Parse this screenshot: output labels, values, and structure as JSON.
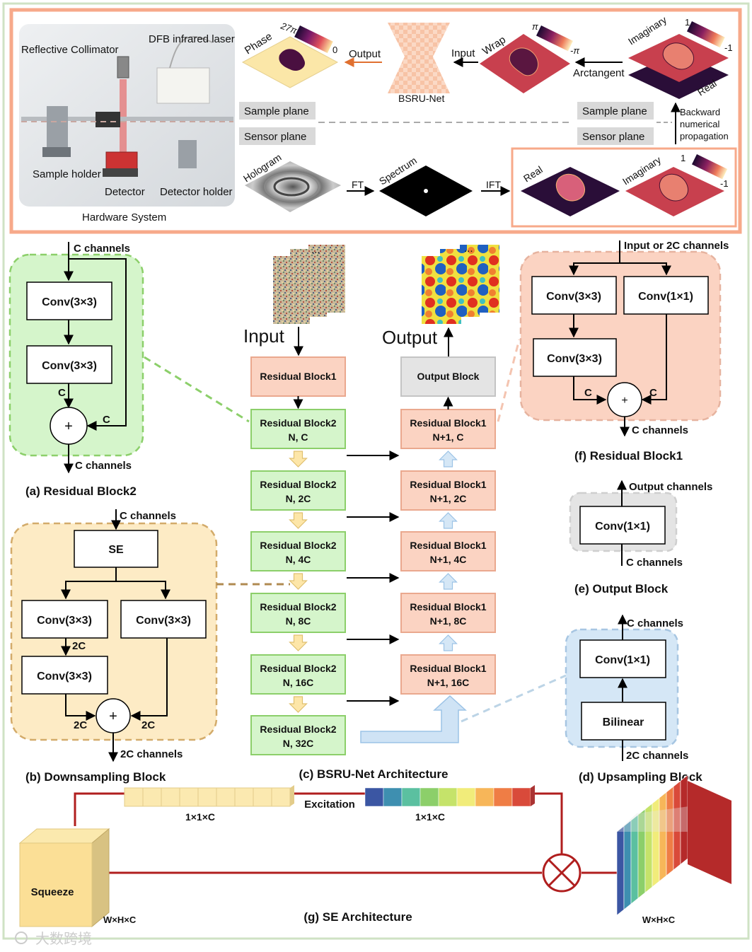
{
  "hardware": {
    "reflective_collimator": "Reflective Collimator",
    "dfb_laser": "DFB infrared laser",
    "sample_holder": "Sample holder",
    "detector": "Detector",
    "detector_holder": "Detector holder",
    "system": "Hardware   System"
  },
  "pipeline": {
    "phase": "Phase",
    "phase_max": "27π",
    "phase_min": "0",
    "output": "Output",
    "input": "Input",
    "bsru_net": "BSRU-Net",
    "wrap": "Wrap",
    "wrap_max": "π",
    "wrap_min": "-π",
    "imaginary_top": "Imaginary",
    "real_top": "Real",
    "scale_top_max": "1",
    "scale_top_min": "-1",
    "arctangent": "Arctangent",
    "sample_plane_left": "Sample plane",
    "sensor_plane_left": "Sensor plane",
    "sample_plane_right": "Sample plane",
    "sensor_plane_right": "Sensor plane",
    "backward_1": "Backward",
    "backward_2": "numerical",
    "backward_3": "propagation",
    "hologram": "Hologram",
    "ft": "FT",
    "spectrum": "Spectrum",
    "ift": "IFT",
    "real_bottom": "Real",
    "imaginary_bottom": "Imaginary",
    "scale_bot_max": "1",
    "scale_bot_min": "-1"
  },
  "rb2": {
    "in_label": "C channels",
    "conv1": "Conv(3×3)",
    "conv2": "Conv(3×3)",
    "c_left": "C",
    "c_right": "C",
    "plus": "+",
    "out_label": "C channels",
    "caption": "(a) Residual Block2"
  },
  "down": {
    "in_label": "C channels",
    "se": "SE",
    "conv_left": "Conv(3×3)",
    "conv_right": "Conv(3×3)",
    "conv_lower": "Conv(3×3)",
    "mid_2c": "2C",
    "left_2c": "2C",
    "right_2c": "2C",
    "plus": "+",
    "out_label": "2C channels",
    "caption": "(b) Downsampling Block"
  },
  "bsru": {
    "input_label": "Input",
    "output_label": "Output",
    "ellipsis_left": "...",
    "ellipsis_right": "...",
    "encoder": [
      {
        "l1": "Residual Block1",
        "l2": ""
      },
      {
        "l1": "Residual Block2",
        "l2": "N, C"
      },
      {
        "l1": "Residual Block2",
        "l2": "N, 2C"
      },
      {
        "l1": "Residual Block2",
        "l2": "N, 4C"
      },
      {
        "l1": "Residual Block2",
        "l2": "N, 8C"
      },
      {
        "l1": "Residual Block2",
        "l2": "N, 16C"
      },
      {
        "l1": "Residual Block2",
        "l2": "N, 32C"
      }
    ],
    "decoder": [
      {
        "l1": "Output Block",
        "l2": ""
      },
      {
        "l1": "Residual Block1",
        "l2": "N+1, C"
      },
      {
        "l1": "Residual Block1",
        "l2": "N+1, 2C"
      },
      {
        "l1": "Residual Block1",
        "l2": "N+1, 4C"
      },
      {
        "l1": "Residual Block1",
        "l2": "N+1, 8C"
      },
      {
        "l1": "Residual Block1",
        "l2": "N+1, 16C"
      }
    ],
    "caption": "(c) BSRU-Net Architecture"
  },
  "rb1": {
    "in_label": "Input  or 2C channels",
    "conv3a": "Conv(3×3)",
    "conv1": "Conv(1×1)",
    "conv3b": "Conv(3×3)",
    "c_left": "C",
    "c_right": "C",
    "plus": "+",
    "out_label": "C channels",
    "caption": "(f) Residual Block1"
  },
  "outblk": {
    "out_label": "Output channels",
    "conv": "Conv(1×1)",
    "in_label": "C channels",
    "caption": "(e) Output Block"
  },
  "up": {
    "out_label": "C channels",
    "conv": "Conv(1×1)",
    "bilinear": "Bilinear",
    "in_label": "2C channels",
    "caption": "(d) Upsampling Block"
  },
  "se": {
    "excitation": "Excitation",
    "left_dim": "1×1×C",
    "right_dim": "1×1×C",
    "squeeze": "Squeeze",
    "whc_left": "W×H×C",
    "whc_right": "W×H×C",
    "caption": "(g) SE Architecture"
  },
  "watermark": "大数跨境",
  "colors": {
    "salmon": "#fbd3c2",
    "green": "#d5f5cb",
    "yellow": "#fdebc5",
    "blue": "#d5e7f6",
    "red_line": "#b01e1e",
    "frame_orange": "#f7a98a",
    "frame_green": "#cfe2c4"
  }
}
